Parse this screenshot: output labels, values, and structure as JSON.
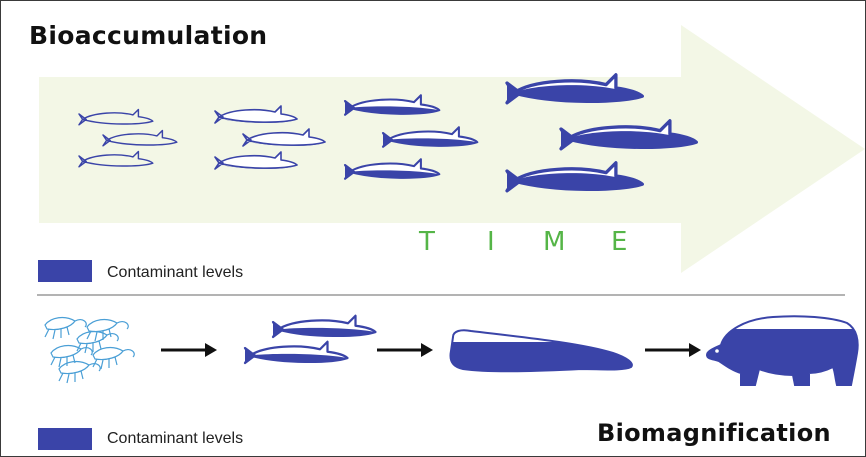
{
  "bioaccumulation": {
    "title": "Bioaccumulation",
    "time_letters": [
      "T",
      "I",
      "M",
      "E"
    ],
    "legend_label": "Contaminant levels"
  },
  "biomagnification": {
    "title": "Biomagnification",
    "legend_label": "Contaminant levels",
    "chain": [
      "krill-icon",
      "small-fish-icon",
      "seal-icon",
      "polar-bear-icon"
    ]
  },
  "colors": {
    "contaminant": "#3a44a8",
    "arrow_fill": "#f3f7e6",
    "time_text": "#55b547",
    "outline": "#3a44a8"
  }
}
